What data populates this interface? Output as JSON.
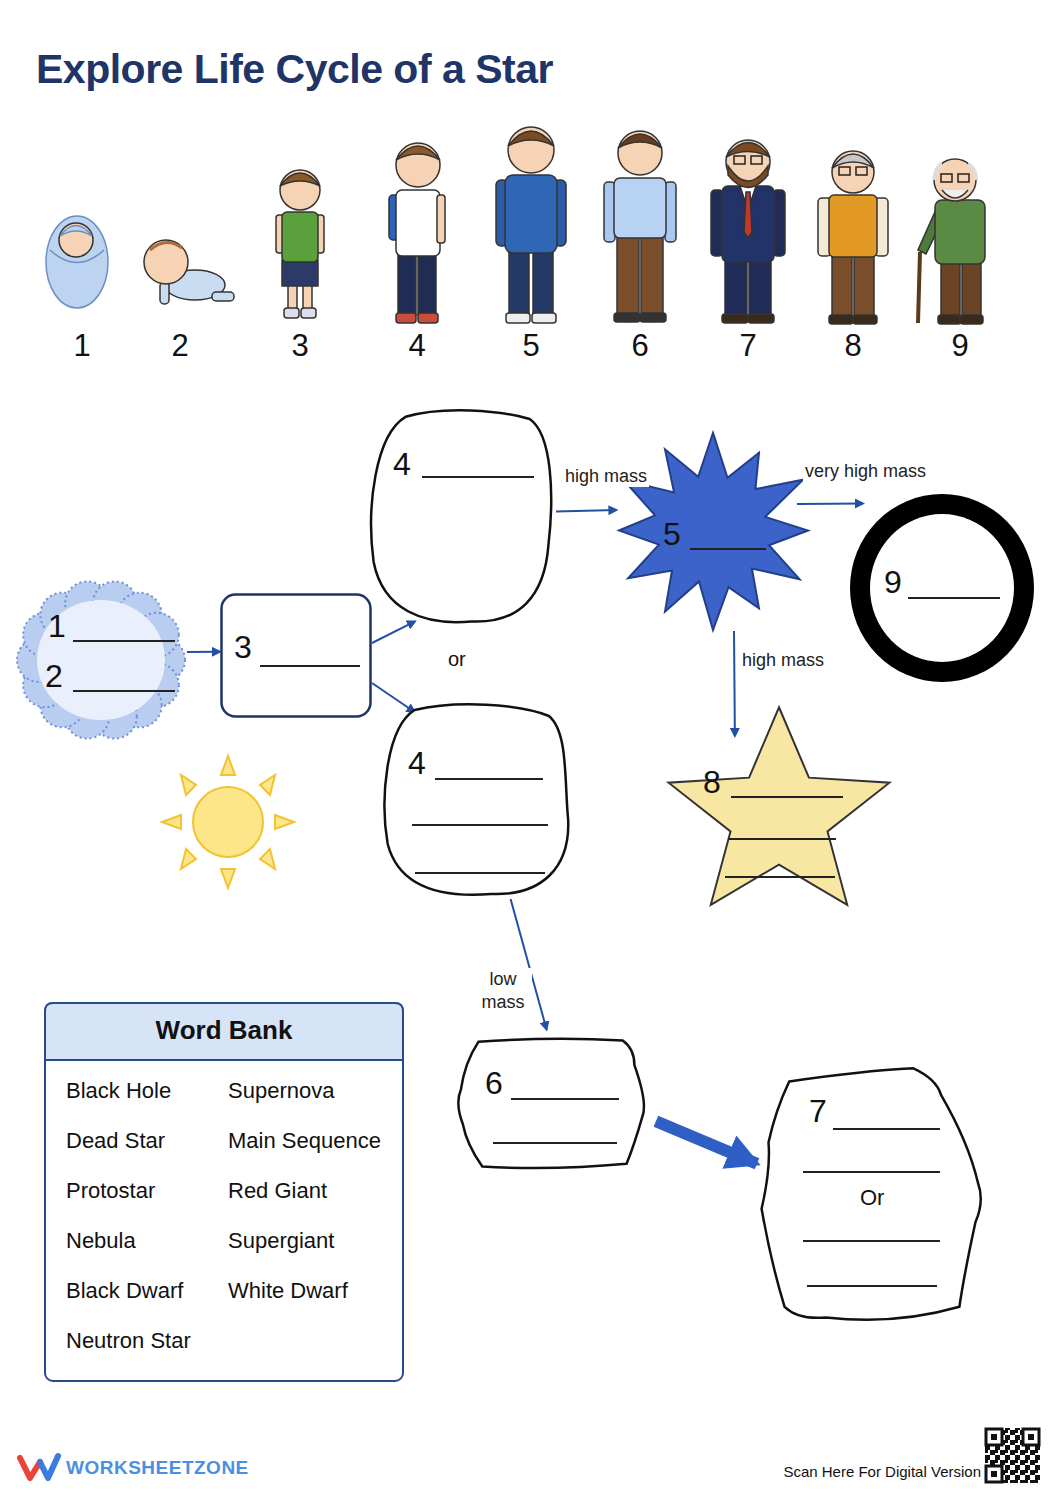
{
  "diagram": {
    "title": "Explore Life Cycle of a Star",
    "nodes": [
      {
        "text": [
          "1",
          "2"
        ]
      },
      {
        "text": [
          "3"
        ]
      },
      {
        "text": [
          "4"
        ]
      },
      {
        "text": [
          "4"
        ]
      },
      {
        "text": [
          "5"
        ]
      },
      {
        "text": [
          "9"
        ]
      },
      {
        "text": [
          "8"
        ]
      },
      {
        "text": [
          "6"
        ]
      },
      {
        "text": [
          "7",
          "Or"
        ]
      },
      {
        "text": [
          "Word Bank",
          "Black Hole",
          "Supernova",
          "Dead Star",
          "Main Sequence",
          "Protostar",
          "Red Giant",
          "Nebula",
          "Supergiant",
          "Black Dwarf",
          "White Dwarf",
          "Neutron Star"
        ]
      }
    ],
    "edges": [
      {
        "from": 0,
        "to": 1,
        "arrow": "to"
      },
      {
        "from": 1,
        "to": 2,
        "arrow": "to"
      },
      {
        "from": 1,
        "to": 3,
        "arrow": "to"
      },
      {
        "from": 2,
        "to": 4,
        "arrow": "to",
        "label": "high mass"
      },
      {
        "from": 4,
        "to": 5,
        "arrow": "to",
        "label": "very high mass"
      },
      {
        "from": 4,
        "to": 6,
        "arrow": "to",
        "label": "high mass"
      },
      {
        "from": 3,
        "to": 7,
        "arrow": "to",
        "label": "low mass"
      },
      {
        "from": 7,
        "to": 8,
        "arrow": "to"
      }
    ],
    "labels": [
      "1",
      "2",
      "3",
      "4",
      "5",
      "6",
      "7",
      "8",
      "9",
      "or",
      "WORKSHEETZONE",
      "Scan Here For Digital Version"
    ]
  }
}
